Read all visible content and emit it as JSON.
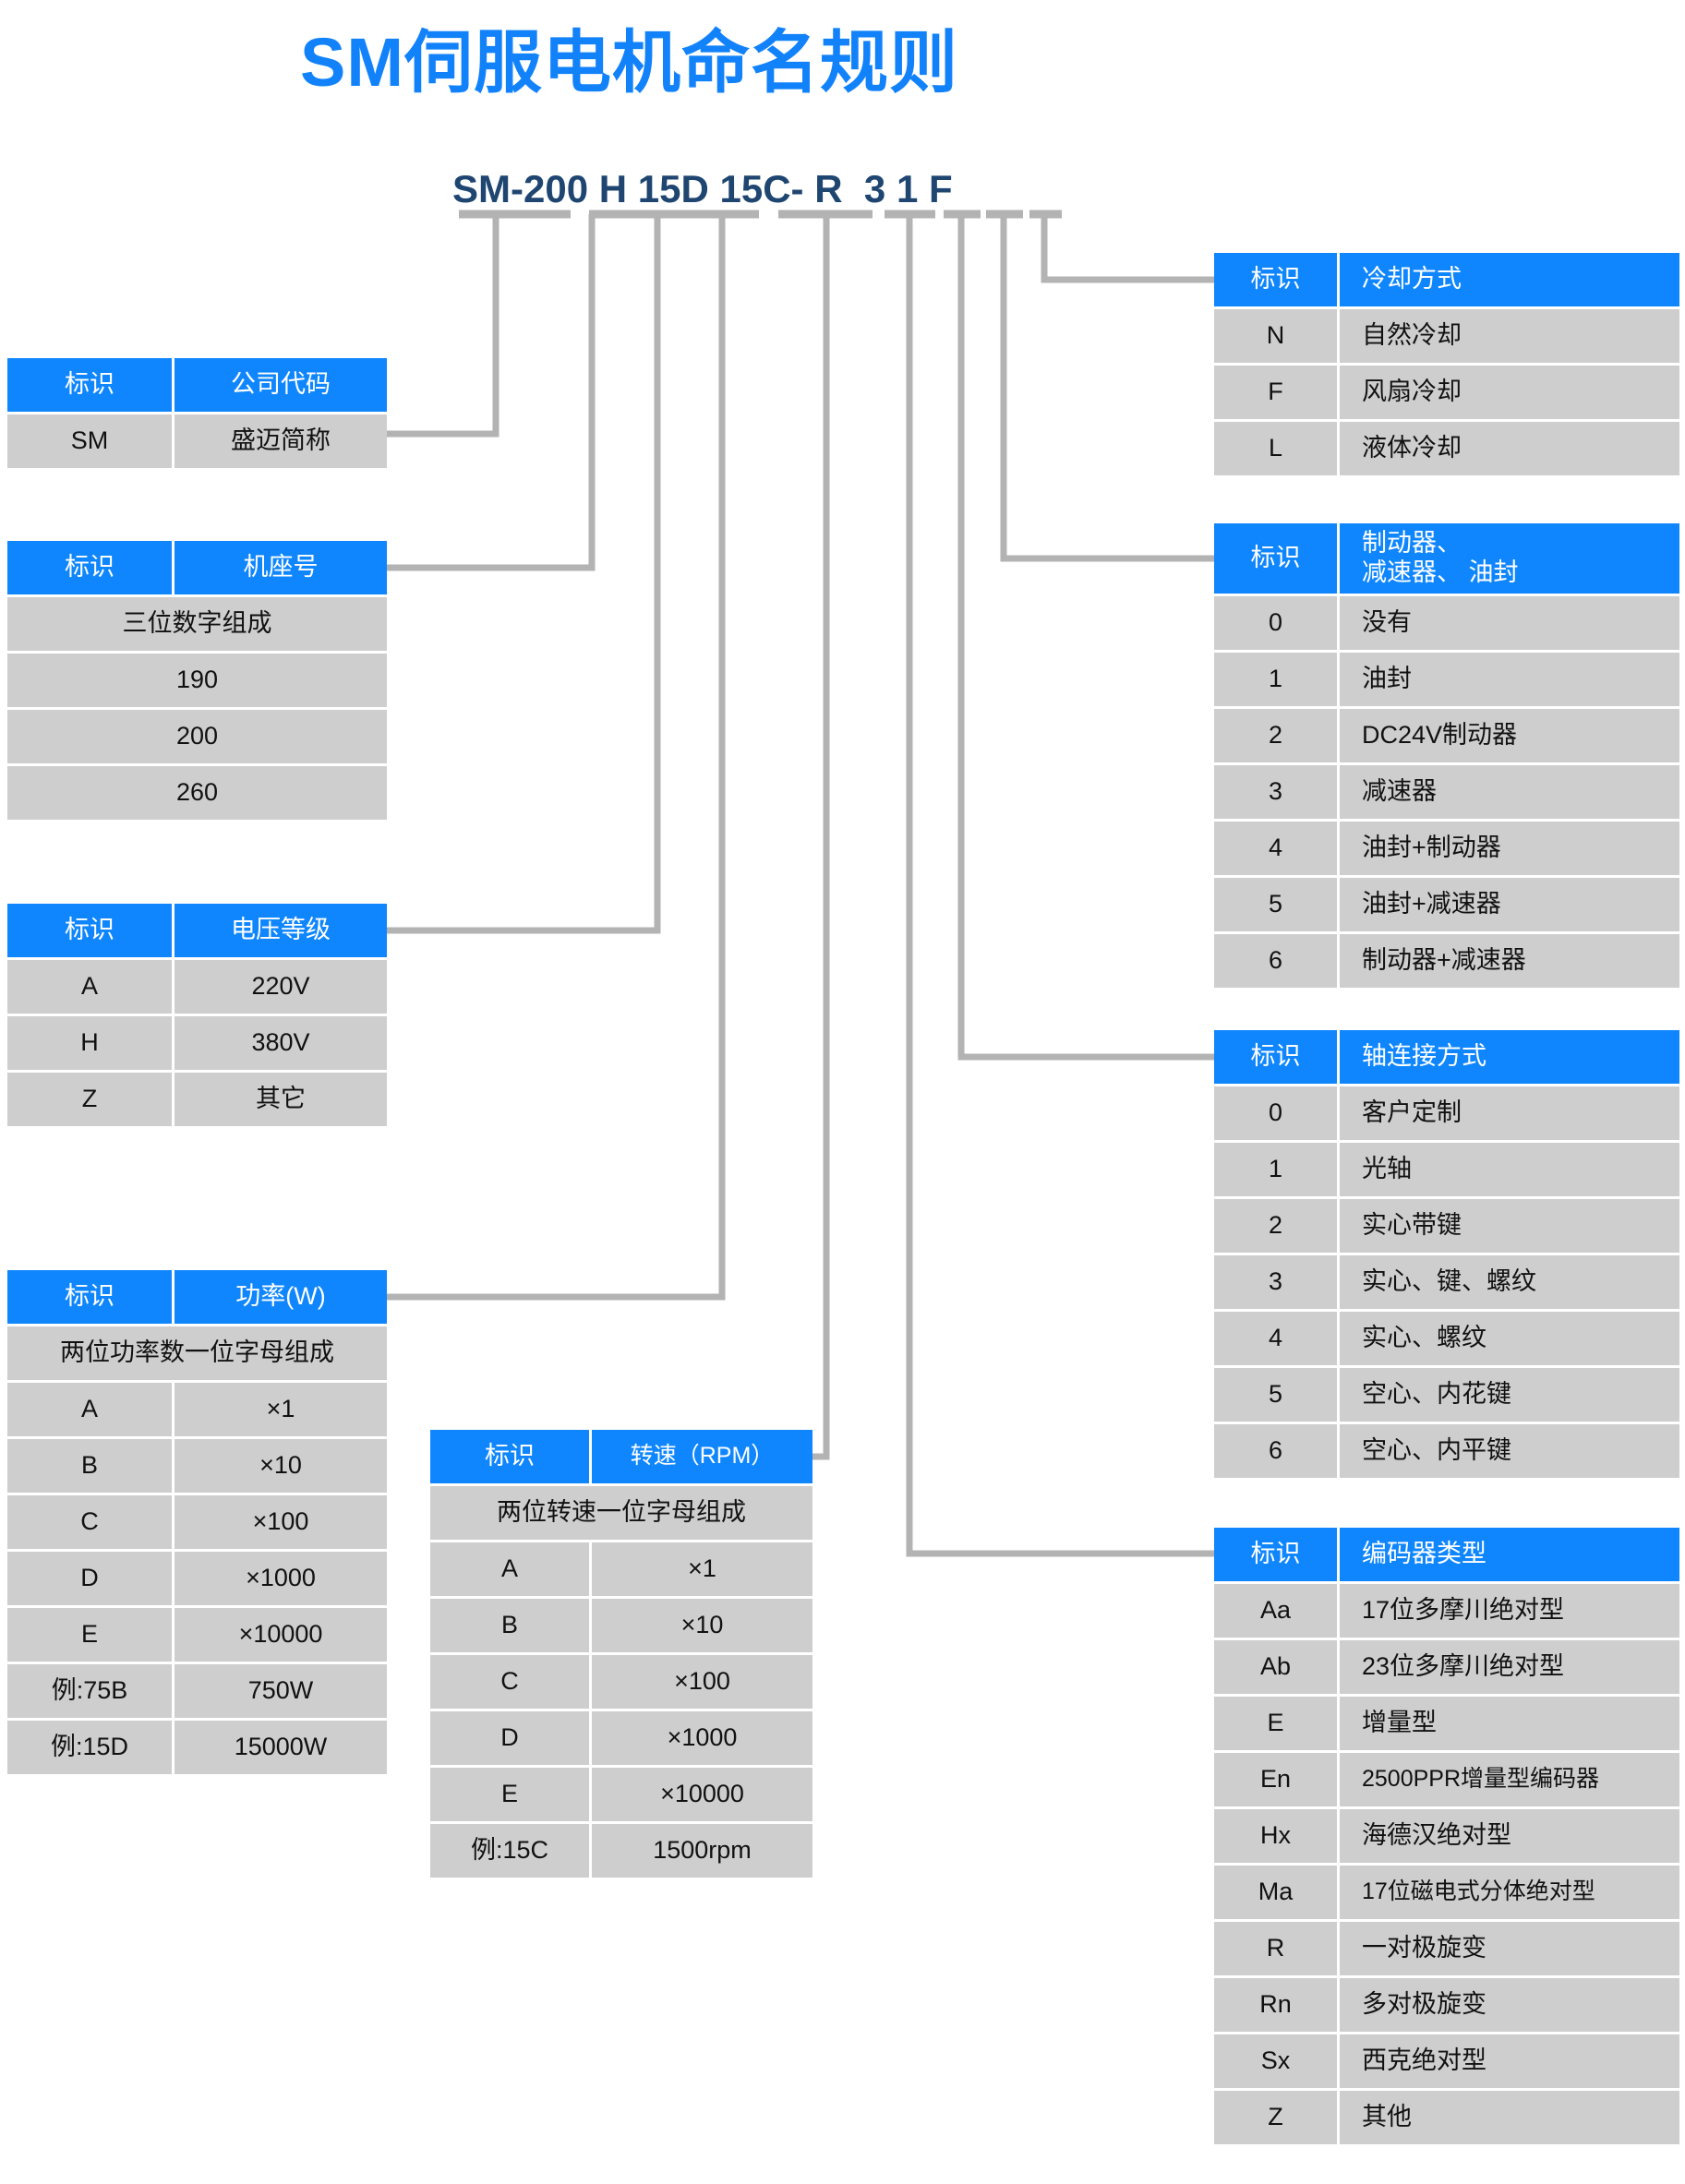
{
  "title": "SM伺服电机命名规则",
  "model_code": {
    "full": "SM-200 H 15D 15C- R 3 1 F",
    "segments": [
      {
        "id": "company",
        "text": "SM-"
      },
      {
        "id": "frame",
        "text": "200"
      },
      {
        "id": "voltage",
        "text": "H"
      },
      {
        "id": "power",
        "text": "15D"
      },
      {
        "id": "speed",
        "text": "15C-"
      },
      {
        "id": "encoder",
        "text": "R"
      },
      {
        "id": "shaft",
        "text": "3"
      },
      {
        "id": "brake",
        "text": "1"
      },
      {
        "id": "cooling",
        "text": "F"
      }
    ]
  },
  "colors": {
    "header_blue": "#0F86FD",
    "title_blue": "#1282FB",
    "cell_gray": "#CECECE",
    "code_navy": "#1F4571",
    "wire_gray": "#B3B3B3"
  },
  "common": {
    "id_header": "标识"
  },
  "tables": {
    "company": {
      "header_key": "标识",
      "header_value": "公司代码",
      "rows": [
        {
          "key": "SM",
          "value": "盛迈简称"
        }
      ]
    },
    "frame": {
      "header_key": "标识",
      "header_value": "机座号",
      "note": "三位数字组成",
      "rows": [
        {
          "value": "190"
        },
        {
          "value": "200"
        },
        {
          "value": "260"
        }
      ]
    },
    "voltage": {
      "header_key": "标识",
      "header_value": "电压等级",
      "rows": [
        {
          "key": "A",
          "value": "220V"
        },
        {
          "key": "H",
          "value": "380V"
        },
        {
          "key": "Z",
          "value": "其它"
        }
      ]
    },
    "power": {
      "header_key": "标识",
      "header_value": "功率(W)",
      "note": "两位功率数一位字母组成",
      "rows": [
        {
          "key": "A",
          "value": "×1"
        },
        {
          "key": "B",
          "value": "×10"
        },
        {
          "key": "C",
          "value": "×100"
        },
        {
          "key": "D",
          "value": "×1000"
        },
        {
          "key": "E",
          "value": "×10000"
        },
        {
          "key": "例:75B",
          "value": "750W"
        },
        {
          "key": "例:15D",
          "value": "15000W"
        }
      ]
    },
    "speed": {
      "header_key": "标识",
      "header_value": "转速（RPM）",
      "note": "两位转速一位字母组成",
      "rows": [
        {
          "key": "A",
          "value": "×1"
        },
        {
          "key": "B",
          "value": "×10"
        },
        {
          "key": "C",
          "value": "×100"
        },
        {
          "key": "D",
          "value": "×1000"
        },
        {
          "key": "E",
          "value": "×10000"
        },
        {
          "key": "例:15C",
          "value": "1500rpm"
        }
      ]
    },
    "cooling": {
      "header_key": "标识",
      "header_value": "冷却方式",
      "rows": [
        {
          "key": "N",
          "value": "自然冷却"
        },
        {
          "key": "F",
          "value": "风扇冷却"
        },
        {
          "key": "L",
          "value": "液体冷却"
        }
      ]
    },
    "brake": {
      "header_key": "标识",
      "header_value": "制动器、\n减速器、 油封",
      "header_value_line1": "制动器、",
      "header_value_line2": "减速器、 油封",
      "rows": [
        {
          "key": "0",
          "value": "没有"
        },
        {
          "key": "1",
          "value": "油封"
        },
        {
          "key": "2",
          "value": "DC24V制动器"
        },
        {
          "key": "3",
          "value": "减速器"
        },
        {
          "key": "4",
          "value": "油封+制动器"
        },
        {
          "key": "5",
          "value": "油封+减速器"
        },
        {
          "key": "6",
          "value": "制动器+减速器"
        }
      ]
    },
    "shaft": {
      "header_key": "标识",
      "header_value": "轴连接方式",
      "rows": [
        {
          "key": "0",
          "value": "客户定制"
        },
        {
          "key": "1",
          "value": "光轴"
        },
        {
          "key": "2",
          "value": "实心带键"
        },
        {
          "key": "3",
          "value": "实心、键、螺纹"
        },
        {
          "key": "4",
          "value": "实心、螺纹"
        },
        {
          "key": "5",
          "value": "空心、内花键"
        },
        {
          "key": "6",
          "value": "空心、内平键"
        }
      ]
    },
    "encoder": {
      "header_key": "标识",
      "header_value": "编码器类型",
      "rows": [
        {
          "key": "Aa",
          "value": "17位多摩川绝对型"
        },
        {
          "key": "Ab",
          "value": "23位多摩川绝对型"
        },
        {
          "key": "E",
          "value": "增量型"
        },
        {
          "key": "En",
          "value": "2500PPR增量型编码器"
        },
        {
          "key": "Hx",
          "value": "海德汉绝对型"
        },
        {
          "key": "Ma",
          "value": "17位磁电式分体绝对型"
        },
        {
          "key": "R",
          "value": "一对极旋变"
        },
        {
          "key": "Rn",
          "value": "多对极旋变"
        },
        {
          "key": "Sx",
          "value": "西克绝对型"
        },
        {
          "key": "Z",
          "value": "其他"
        }
      ]
    }
  }
}
